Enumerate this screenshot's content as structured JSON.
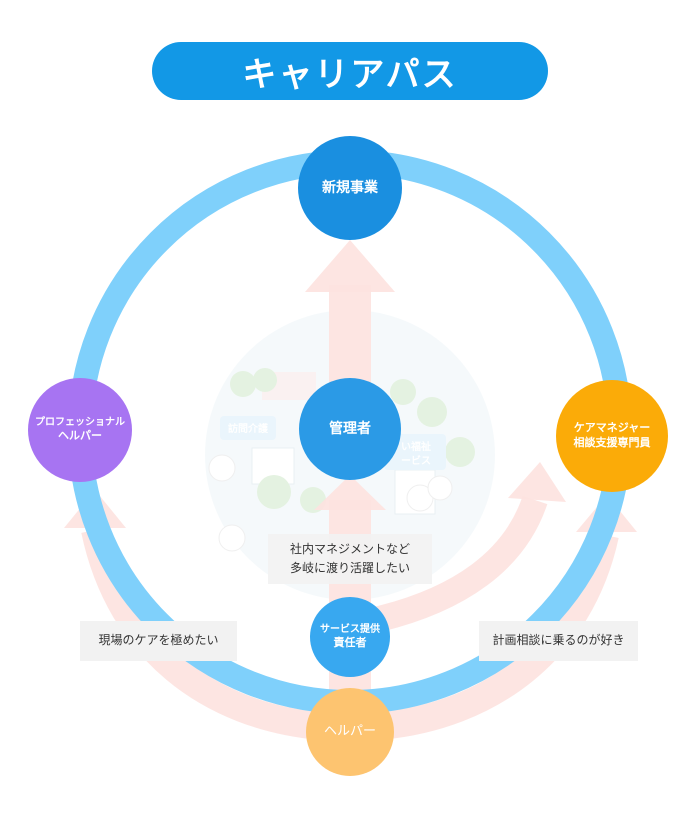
{
  "title": "キャリアパス",
  "nodes": {
    "new_business": "新規事業",
    "manager": "管理者",
    "professional_line1": "プロフェッショナル",
    "professional_line2": "ヘルパー",
    "caremanager_line1": "ケアマネジャー",
    "caremanager_line2": "相談支援専門員",
    "service_line1": "サービス提供",
    "service_line2": "責任者",
    "helper": "ヘルパー"
  },
  "illustration_signs": {
    "visiting_care": "訪問介護",
    "welfare_line1": "い福祉",
    "welfare_line2": "ービス"
  },
  "notes": {
    "management_line1": "社内マネジメントなど",
    "management_line2": "多岐に渡り活躍したい",
    "field_care": "現場のケアを極めたい",
    "consultation": "計画相談に乗るのが好き"
  },
  "colors": {
    "title_bg": "#1298e6",
    "ring": "#7fd0fb",
    "arrow_pink": "#fde3e0",
    "new_business": "#1a8fe0",
    "manager": "#2b9ae6",
    "professional": "#a774f2",
    "caremanager": "#fbab08",
    "service": "#38a8f0",
    "helper": "#fdc470"
  }
}
